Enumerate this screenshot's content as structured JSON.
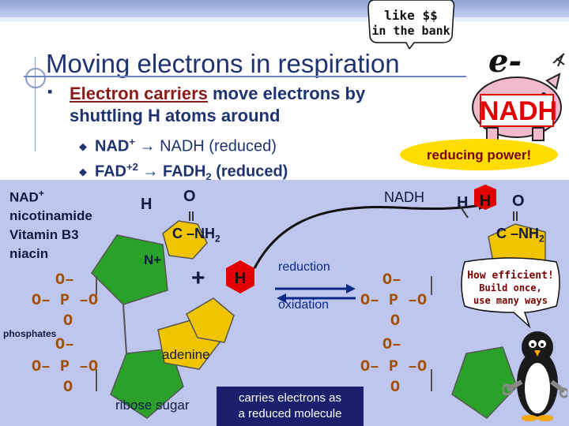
{
  "note_bank": {
    "line1": "like $$",
    "line2": "in the bank"
  },
  "title": "Moving electrons in respiration",
  "bullet": {
    "keyword": "Electron carriers",
    "rest": " move electrons by",
    "line2": "shuttling H atoms around"
  },
  "sub1": {
    "base": "NAD",
    "sup": "+",
    "arrow": "→",
    "product": "NADH (reduced)"
  },
  "sub2": {
    "base": "FAD",
    "sup": "+2",
    "arrow": "→",
    "product_base": "FADH",
    "product_sub": "2",
    "suffix": " (reduced)"
  },
  "piggy": {
    "badge": "e-",
    "label": "NADH"
  },
  "reducing_power": "reducing power!",
  "left_labels": {
    "nad": "NAD",
    "nad_sup": "+",
    "l2": "nicotinamide",
    "l3": "Vitamin B3",
    "l4": "niacin"
  },
  "phosphates_label": "phosphates",
  "center": {
    "h": "H",
    "o": "O",
    "c_nh2": "C –NH",
    "nh2_sub": "2",
    "nplus": "N+",
    "plus": "+",
    "h_badge": "H"
  },
  "reaction": {
    "reduction": "reduction",
    "oxidation": "oxidation"
  },
  "nadh_label": "NADH",
  "right": {
    "h1": "H",
    "h2": "H",
    "o": "O",
    "c_nh2": "C –NH",
    "nh2_sub": "2"
  },
  "phosphate": {
    "o_minus": "O–",
    "p_row": "O– P –O",
    "o": "O"
  },
  "adenine": "adenine",
  "ribose": "ribose sugar",
  "carries": {
    "line1": "carries electrons as",
    "line2": "a reduced molecule"
  },
  "efficient": {
    "line1": "How efficient!",
    "line2": "Build once,",
    "line3": "use many ways"
  },
  "colors": {
    "title": "#1e3370",
    "panel": "#bfc6ee",
    "red_badge": "#e30000",
    "pentagon": "#2aa22a",
    "hexagon": "#f0c400",
    "phosphate": "#a34e00",
    "reducing_power": "#ffdd00"
  }
}
